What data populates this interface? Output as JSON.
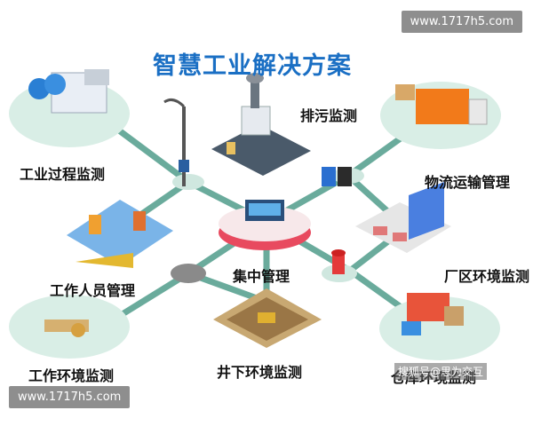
{
  "watermark_top": "www.1717h5.com",
  "watermark_bottom": "www.1717h5.com",
  "title": "智慧工业解决方案",
  "center_label": "集中管理",
  "nodes": {
    "pollution": "排污监测",
    "industrial_process": "工业过程监测",
    "logistics": "物流运输管理",
    "worker": "工作人员管理",
    "factory": "厂区环境监测",
    "work_env": "工作环境监测",
    "underground": "井下环境监测",
    "warehouse": "仓库环境监测"
  },
  "credit": "搜狐号@思为交互",
  "colors": {
    "connector": "#6aab9c",
    "platform": "#d9eee6",
    "title_blue": "#1a6fc4",
    "center_red": "#e84a5f"
  }
}
